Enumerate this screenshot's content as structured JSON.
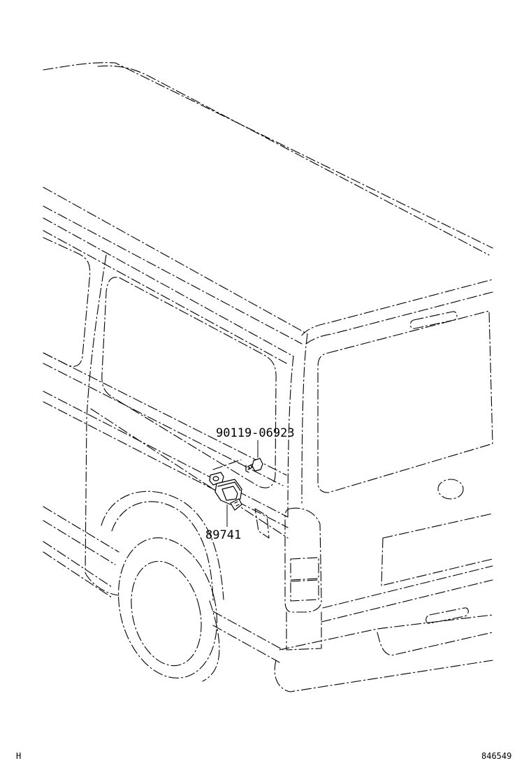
{
  "diagram": {
    "parts": [
      {
        "number": "90119-06923"
      },
      {
        "number": "89741"
      }
    ],
    "section_code": "H",
    "figure_id": "846549"
  }
}
